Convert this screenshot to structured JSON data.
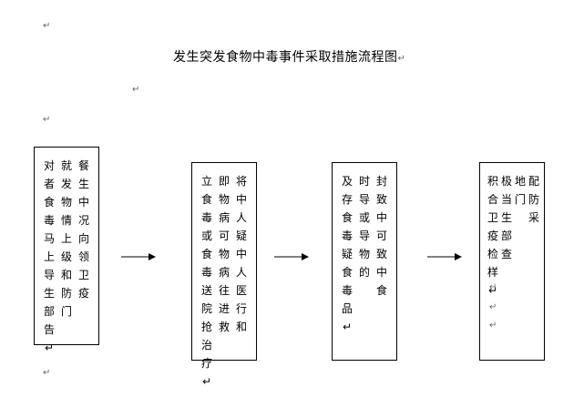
{
  "document": {
    "title": "发生突发食物中毒事件采取措施流程图",
    "paragraph_mark": "↵"
  },
  "boxes": [
    {
      "columns": [
        "餐生中况向领卫疫",
        "就发物情上级和防门",
        "对者食毒马上导生部告↵"
      ]
    },
    {
      "columns": [
        "将中人疑中人医行和",
        "即物病可物病往进救",
        "立食毒或食毒送院抢治疗↵"
      ]
    },
    {
      "columns": [
        "封致中可致中食",
        "时导或导物的",
        "及存食毒疑食毒品↵"
      ]
    },
    {
      "columns": [
        "配防采",
        "地门",
        "极当生部查",
        "积合卫疫检样↵"
      ]
    }
  ]
}
